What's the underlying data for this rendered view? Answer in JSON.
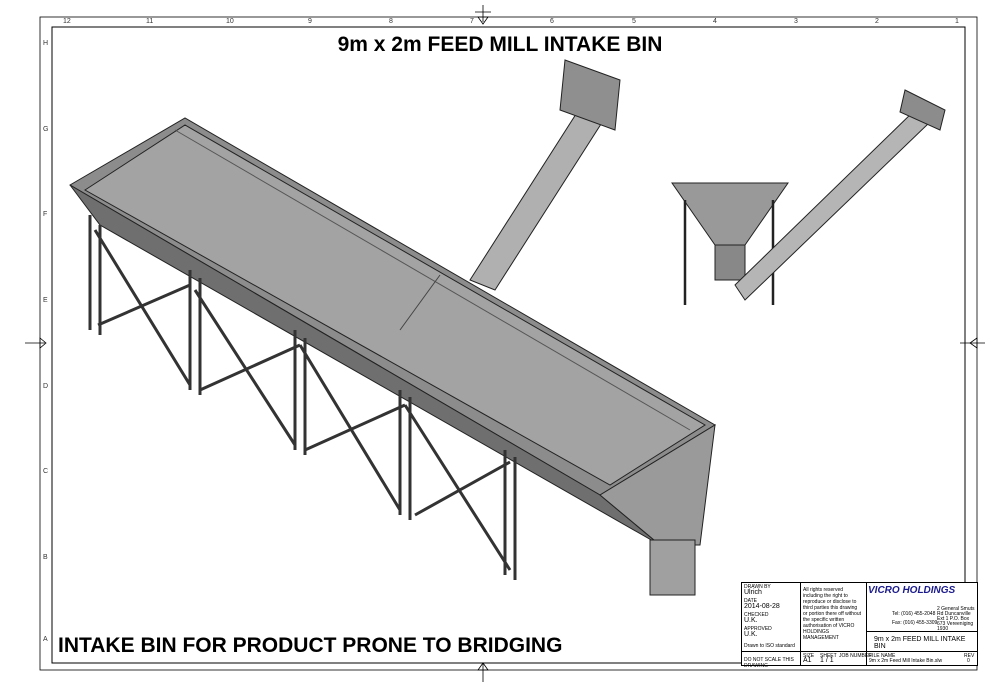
{
  "title": "9m x 2m FEED MILL INTAKE BIN",
  "caption": "INTAKE BIN FOR PRODUCT PRONE TO BRIDGING",
  "ruler": {
    "columns": [
      "12",
      "11",
      "10",
      "9",
      "8",
      "7",
      "6",
      "5",
      "4",
      "3",
      "2",
      "1"
    ],
    "rows": [
      "H",
      "G",
      "F",
      "E",
      "D",
      "C",
      "B",
      "A"
    ]
  },
  "title_block": {
    "drawn_by_label": "DRAWN BY",
    "drawn_by": "Ulrich",
    "date_label": "DATE",
    "date": "2014-08-28",
    "checked_label": "CHECKED",
    "checked": "U.K.",
    "approved_label": "APPROVED",
    "approved": "U.K.",
    "standard": "Drawn to ISO standard",
    "rights": "All rights reserved including the right to reproduce or disclose to third parties this drawing or portion there off without the specific written authorisation of VICRO HOLDINGS MANAGEMENT",
    "company": "VICRO HOLDINGS",
    "tel": "Tel: (016) 455-2048",
    "fax": "Fax: (016) 455-3309",
    "address": "2 General Smuts Rd Duncanville Ext 1 P.O. Box 673 Vereeniging 1930",
    "drawing_title": "9m x 2m FEED MILL INTAKE BIN",
    "no_scale": "DO NOT SCALE THIS DRAWING",
    "size_label": "SIZE",
    "size": "A1",
    "sheet_label": "SHEET",
    "sheet": "1 / 1",
    "job_label": "JOB NUMBER",
    "file_label": "FILE NAME",
    "file_name": "9m x 2m Feed Mill Intake Bin.slw",
    "rev_label": "REV",
    "rev": "0"
  }
}
